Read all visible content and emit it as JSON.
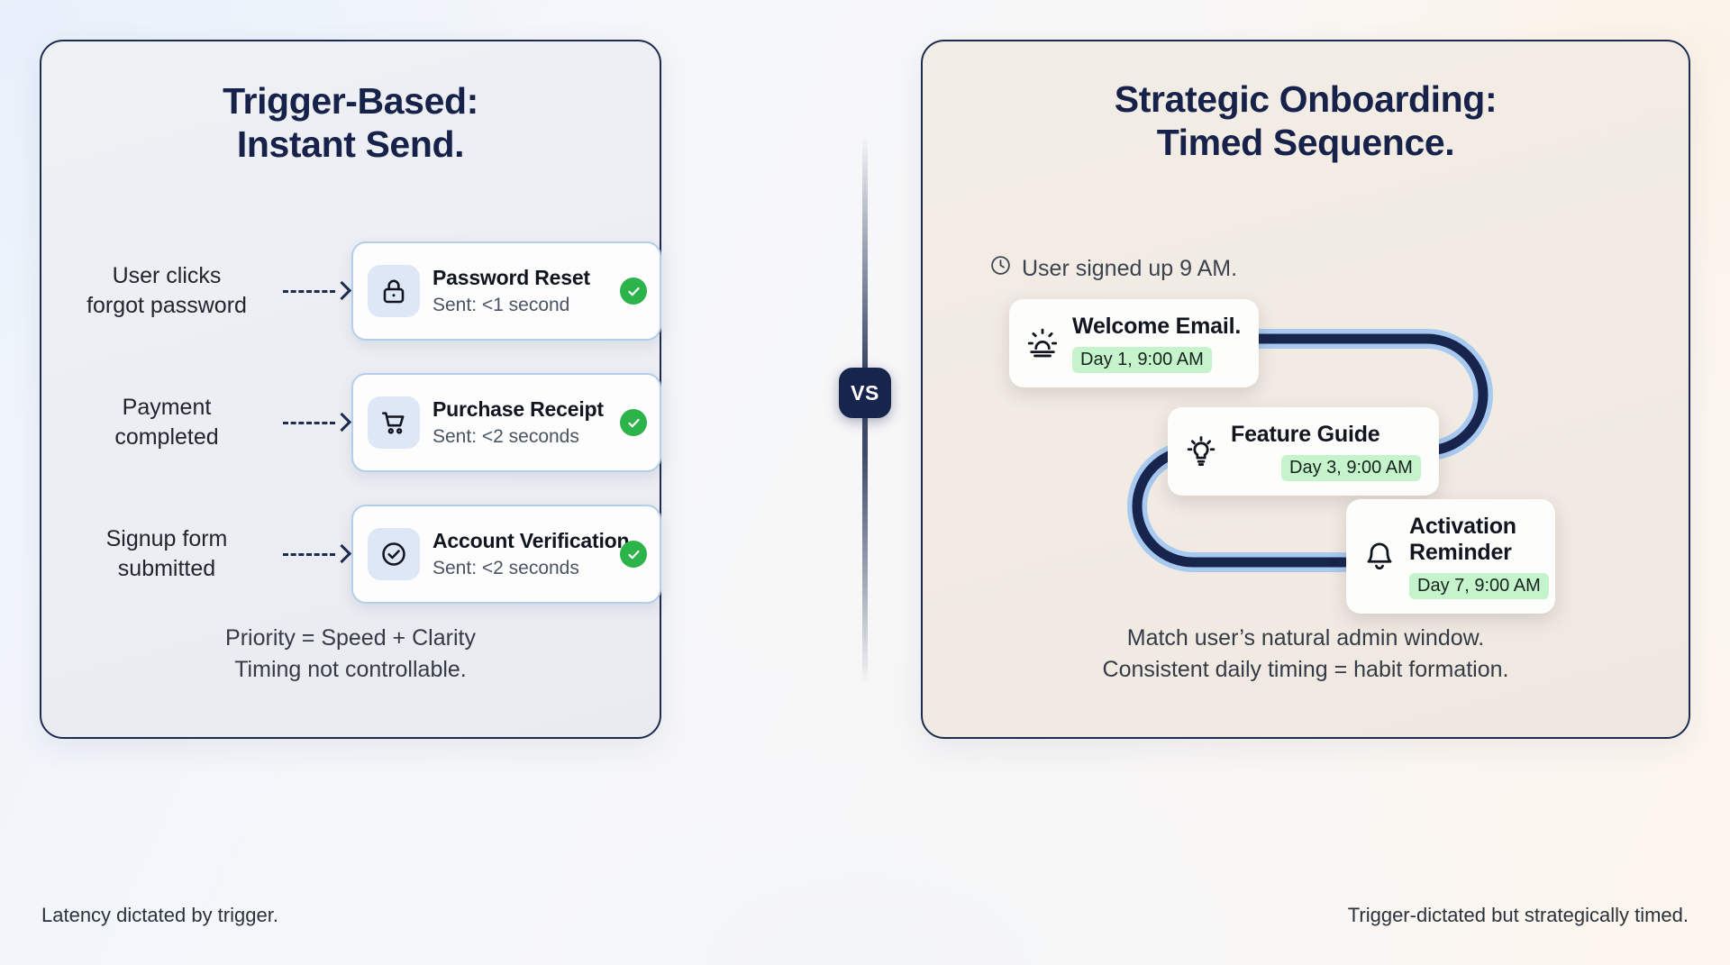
{
  "left_panel": {
    "title_line1": "Trigger-Based:",
    "title_line2": "Instant Send.",
    "rows": [
      {
        "trigger_line1": "User clicks",
        "trigger_line2": "forgot password",
        "icon": "lock-icon",
        "card_title": "Password Reset",
        "card_sub": "Sent: <1 second",
        "status": "check-icon"
      },
      {
        "trigger_line1": "Payment",
        "trigger_line2": "completed",
        "icon": "shopping-cart-icon",
        "card_title": "Purchase Receipt",
        "card_sub": "Sent: <2 seconds",
        "status": "check-icon"
      },
      {
        "trigger_line1": "Signup form",
        "trigger_line2": "submitted",
        "icon": "check-circle-icon",
        "card_title": "Account Verification",
        "card_sub": "Sent: <2 seconds",
        "status": "check-icon"
      }
    ],
    "footnote_line1": "Priority = Speed + Clarity",
    "footnote_line2": "Timing not controllable.",
    "caption": "Latency dictated by trigger."
  },
  "divider": {
    "badge_label": "VS"
  },
  "right_panel": {
    "title_line1": "Strategic Onboarding:",
    "title_line2": "Timed Sequence.",
    "signup_note": "User signed up 9 AM.",
    "signup_icon": "clock-icon",
    "timeline": [
      {
        "icon": "sunrise-icon",
        "title": "Welcome Email.",
        "chip": "Day 1, 9:00 AM"
      },
      {
        "icon": "lightbulb-icon",
        "title": "Feature Guide",
        "chip": "Day 3, 9:00 AM"
      },
      {
        "icon": "bell-icon",
        "title_line1": "Activation",
        "title_line2": "Reminder",
        "chip": "Day 7, 9:00 AM"
      }
    ],
    "footnote_line1": "Match user’s natural admin window.",
    "footnote_line2": "Consistent daily timing = habit formation.",
    "caption": "Trigger-dictated but strategically timed."
  },
  "colors": {
    "navy": "#16224a",
    "card_border_blue": "#b4cdea",
    "icon_tile_blue": "#dde7f6",
    "green_check": "#2cb34a",
    "chip_green": "#c5f3cb",
    "path_dark": "#17254d",
    "path_light": "#a8c9f0"
  }
}
